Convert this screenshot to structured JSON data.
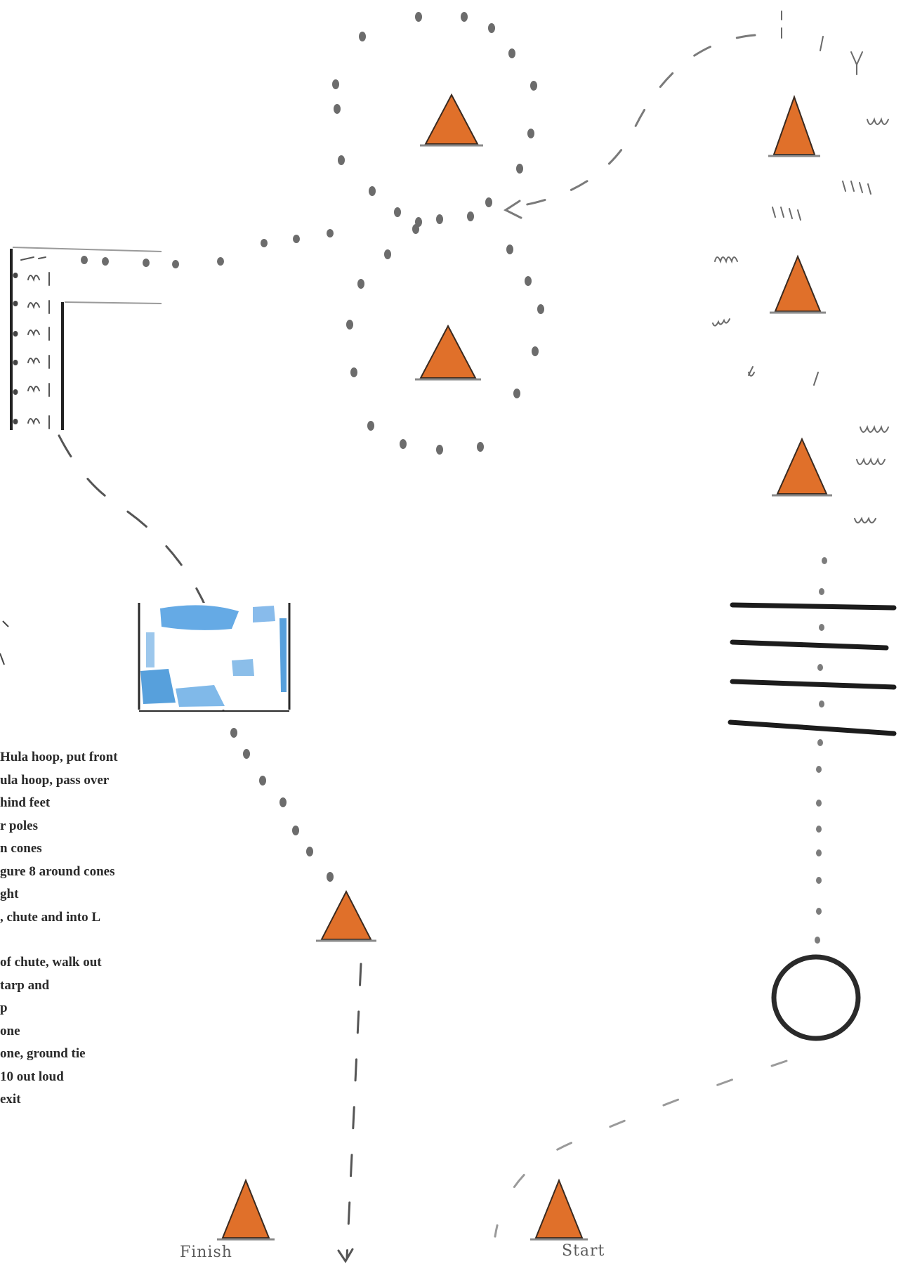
{
  "instructions": [
    "Hula hoop, put front",
    "ula hoop, pass over",
    "hind feet",
    "r poles",
    "n cones",
    "gure 8 around cones",
    "ght",
    ", chute and into L",
    "",
    "of chute, walk out",
    "tarp and",
    "p",
    "one",
    "one, ground tie",
    "10 out loud",
    "exit"
  ],
  "labels": {
    "finish": "Finish",
    "start": "Start"
  },
  "colors": {
    "cone": "#e0702a",
    "cone_outline": "#3a2a20",
    "tarp": "#3a8fd6",
    "ink": "#3a3a3a",
    "poles": "#1c1c1c"
  }
}
